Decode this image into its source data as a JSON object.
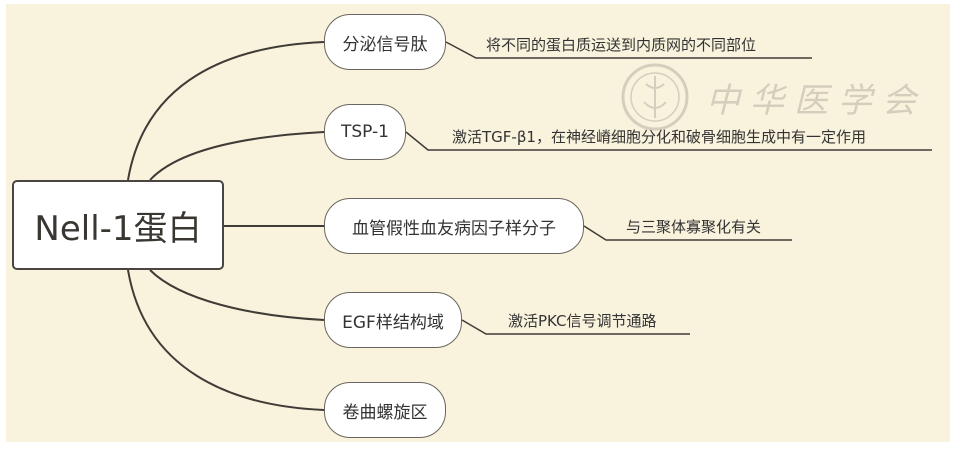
{
  "root": {
    "label": "Nell-1蛋白"
  },
  "branches": [
    {
      "label": "分泌信号肽",
      "description": "将不同的蛋白质运送到内质网的不同部位"
    },
    {
      "label": "TSP-1",
      "description": "激活TGF-β1，在神经嵴细胞分化和破骨细胞生成中有一定作用"
    },
    {
      "label": "血管假性血友病因子样分子",
      "description": "与三聚体寡聚化有关"
    },
    {
      "label": "EGF样结构域",
      "description": "激活PKC信号调节通路"
    },
    {
      "label": "卷曲螺旋区",
      "description": ""
    }
  ],
  "watermark": {
    "text": "中华医学会",
    "seal_icon": "society-seal-icon"
  },
  "colors": {
    "background": "#f9f2dc",
    "line": "#3f3b36",
    "node_border": "#6a655e"
  }
}
